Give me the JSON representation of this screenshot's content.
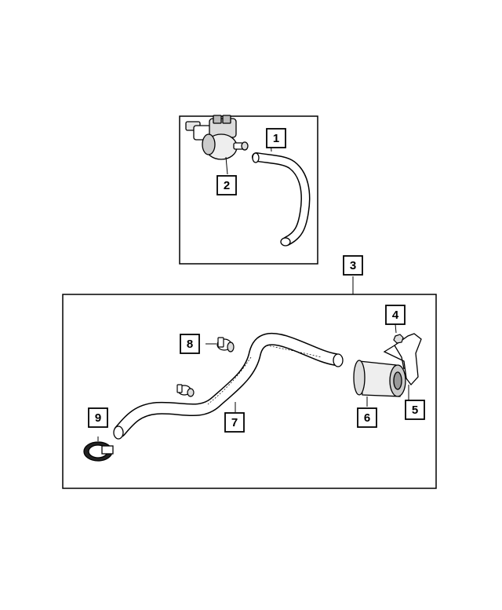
{
  "diagram": {
    "callouts": {
      "c1": "1",
      "c2": "2",
      "c3": "3",
      "c4": "4",
      "c5": "5",
      "c6": "6",
      "c7": "7",
      "c8": "8",
      "c9": "9"
    },
    "colors": {
      "line": "#000000",
      "background": "#ffffff",
      "fill_light": "#eeeeee",
      "fill_mid": "#cccccc"
    }
  }
}
